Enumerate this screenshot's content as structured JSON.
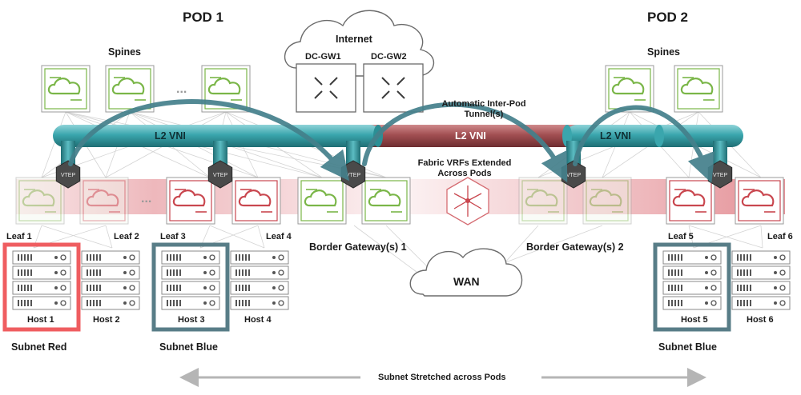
{
  "labels": {
    "pod1": "POD 1",
    "pod2": "POD 2",
    "spines_left": "Spines",
    "spines_right": "Spines",
    "internet": "Internet",
    "dcgw1": "DC-GW1",
    "dcgw2": "DC-GW2",
    "tunnel": "Automatic Inter-Pod\nTunnel(s)",
    "vrf": "Fabric VRFs Extended\nAcross Pods",
    "l2vni_left": "L2 VNI",
    "l2vni_mid": "L2 VNI",
    "l2vni_right": "L2 VNI",
    "vtep": "VTEP",
    "leaf1": "Leaf 1",
    "leaf2": "Leaf 2",
    "leaf3": "Leaf 3",
    "leaf4": "Leaf 4",
    "leaf5": "Leaf 5",
    "leaf6": "Leaf 6",
    "bgw1": "Border Gateway(s) 1",
    "bgw2": "Border Gateway(s) 2",
    "wan": "WAN",
    "host1": "Host 1",
    "host2": "Host 2",
    "host3": "Host 3",
    "host4": "Host 4",
    "host5": "Host 5",
    "host6": "Host 6",
    "subnet_red": "Subnet Red",
    "subnet_blue_left": "Subnet Blue",
    "subnet_blue_right": "Subnet Blue",
    "stretched": "Subnet Stretched across Pods",
    "ellipsis": "..."
  },
  "colors": {
    "teal": "#3aa6ad",
    "teal_dark": "#1f6e74",
    "vni_red": "#9e4a4c",
    "red_band": "#d9616a",
    "green_icon": "#7ab648",
    "red_icon": "#c9474f",
    "host_red_frame": "#ef5d60",
    "host_blue_frame": "#587d87",
    "arrow": "#44808b"
  }
}
